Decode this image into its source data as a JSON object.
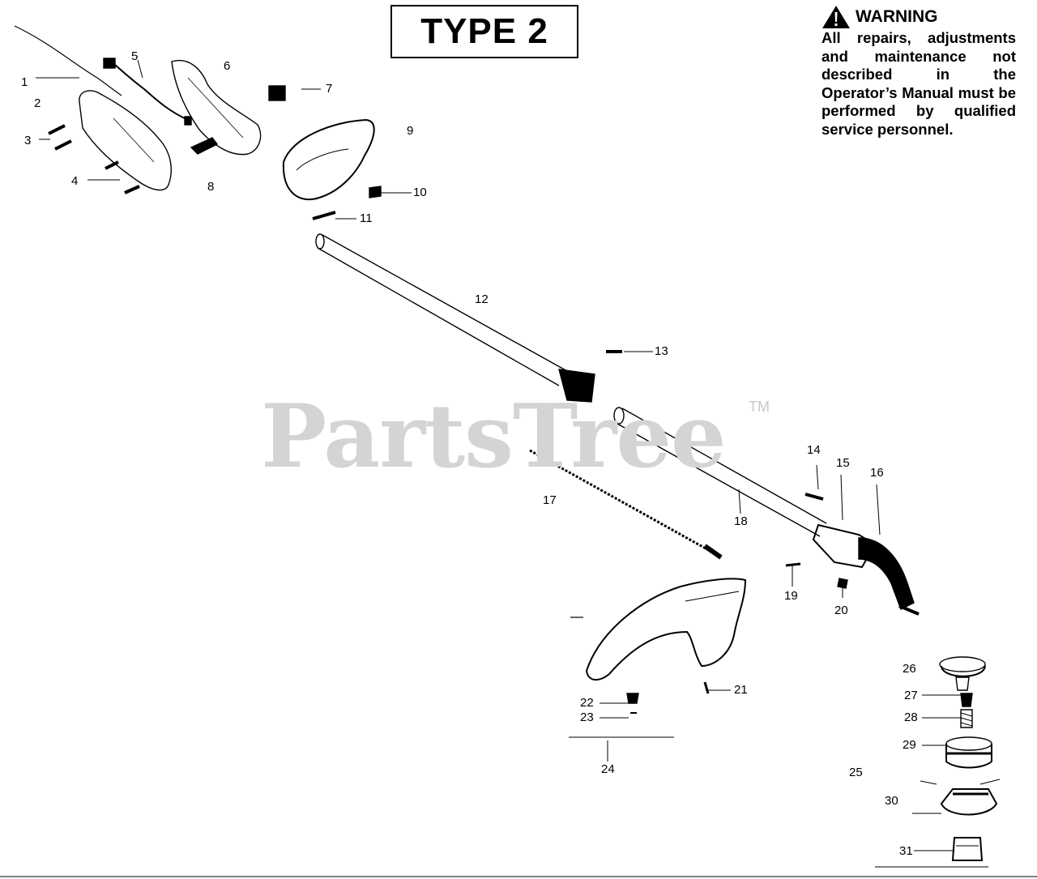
{
  "type_label": "TYPE 2",
  "warning": {
    "heading": "WARNING",
    "body": "All repairs, adjustments and maintenance not described in the Operator’s Manual must be performed by qualified service personnel."
  },
  "watermark": {
    "text": "PartsTree",
    "trademark": "TM"
  },
  "callouts": [
    "1",
    "2",
    "3",
    "4",
    "5",
    "6",
    "7",
    "8",
    "9",
    "10",
    "11",
    "12",
    "13",
    "14",
    "15",
    "16",
    "17",
    "18",
    "19",
    "20",
    "21",
    "22",
    "23",
    "24",
    "25",
    "26",
    "27",
    "28",
    "29",
    "30",
    "31"
  ]
}
